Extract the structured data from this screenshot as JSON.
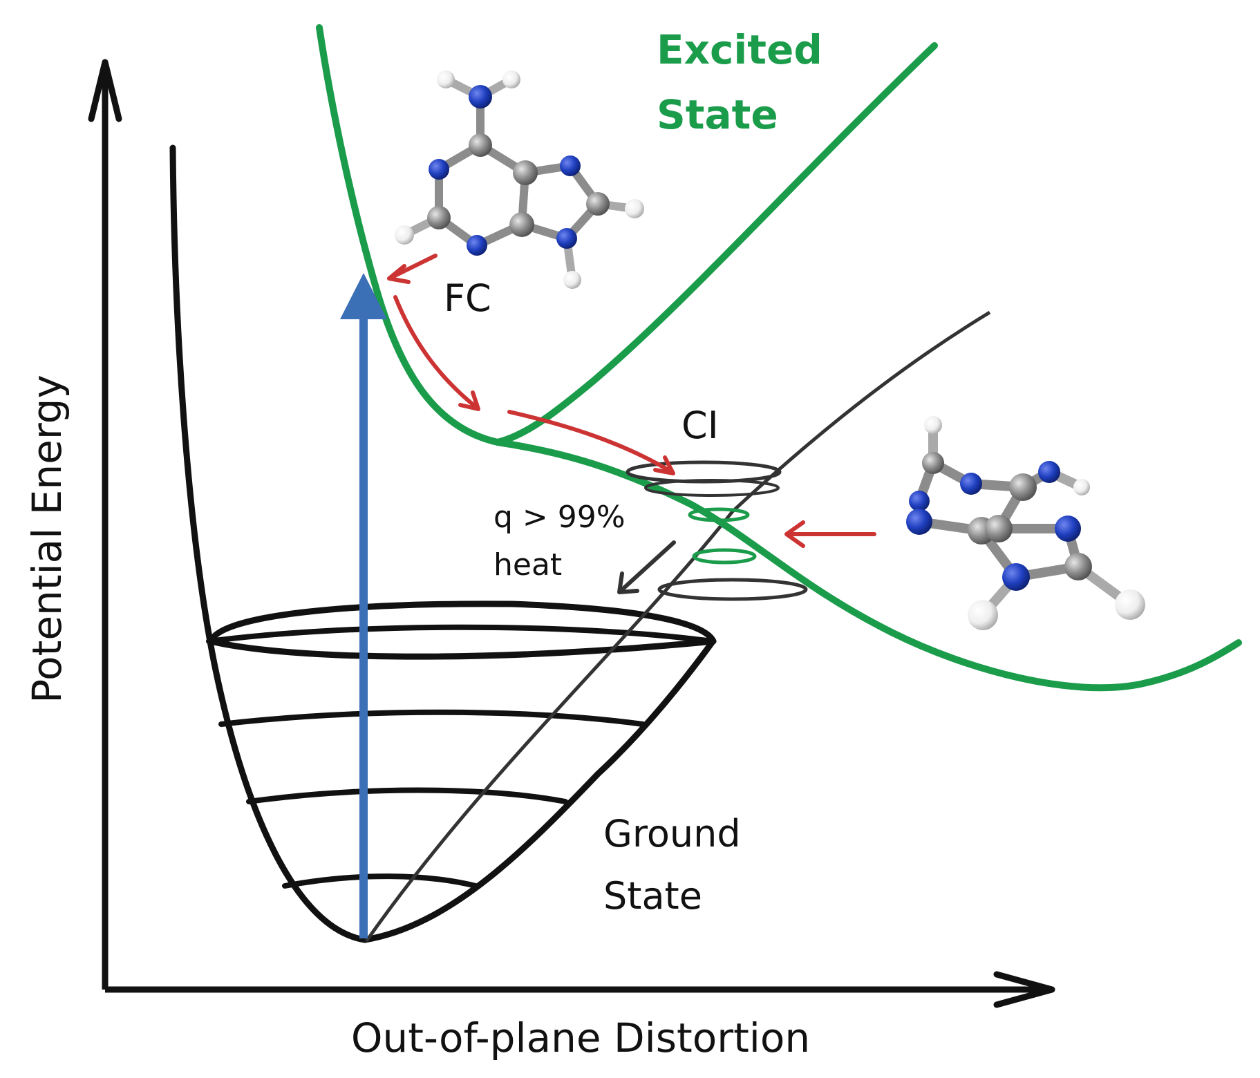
{
  "axes": {
    "x_label": "Out-of-plane Distortion",
    "y_label": "Potential Energy"
  },
  "labels": {
    "excited_line1": "Excited",
    "excited_line2": "State",
    "ground_line1": "Ground",
    "ground_line2": "State",
    "fc": "FC",
    "ci": "CI",
    "q_line1": "q > 99%",
    "q_line2": "heat"
  },
  "colors": {
    "excited": "#1a9c4a",
    "ground": "#111111",
    "excitation_arrow": "#3b6fb6",
    "pathway_arrow": "#cc3333",
    "nitrogen": "#1f3fbf",
    "carbon": "#8c8c8c",
    "hydrogen": "#f2f2f2"
  },
  "icons": {
    "molecule_planar": "adenine-planar-icon",
    "molecule_distorted": "adenine-distorted-icon"
  }
}
